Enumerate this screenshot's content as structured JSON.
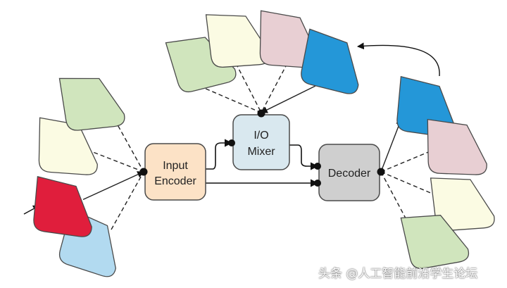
{
  "diagram": {
    "colors": {
      "green": "#d0e5bd",
      "cream": "#fbfbe3",
      "red": "#e01e3c",
      "light_blue": "#b2daf0",
      "pink": "#e8cfd3",
      "blue": "#2497d8",
      "encoder_fill": "#fce2c6",
      "mixer_fill": "#d9e8ef",
      "decoder_fill": "#cfcfcf",
      "stroke": "#4a4a4a",
      "arrow": "#111111"
    },
    "blocks": {
      "encoder": {
        "line1": "Input",
        "line2": "Encoder"
      },
      "mixer": {
        "line1": "I/O",
        "line2": "Mixer"
      },
      "decoder": {
        "line1": "Decoder"
      }
    },
    "input_shapes": [
      "light_blue",
      "red",
      "cream",
      "green"
    ],
    "mixer_shapes": [
      "green",
      "cream",
      "pink",
      "blue"
    ],
    "output_shapes": [
      "blue",
      "pink",
      "cream",
      "green"
    ]
  },
  "watermark": "头条 @人工智能前沿学生论坛"
}
